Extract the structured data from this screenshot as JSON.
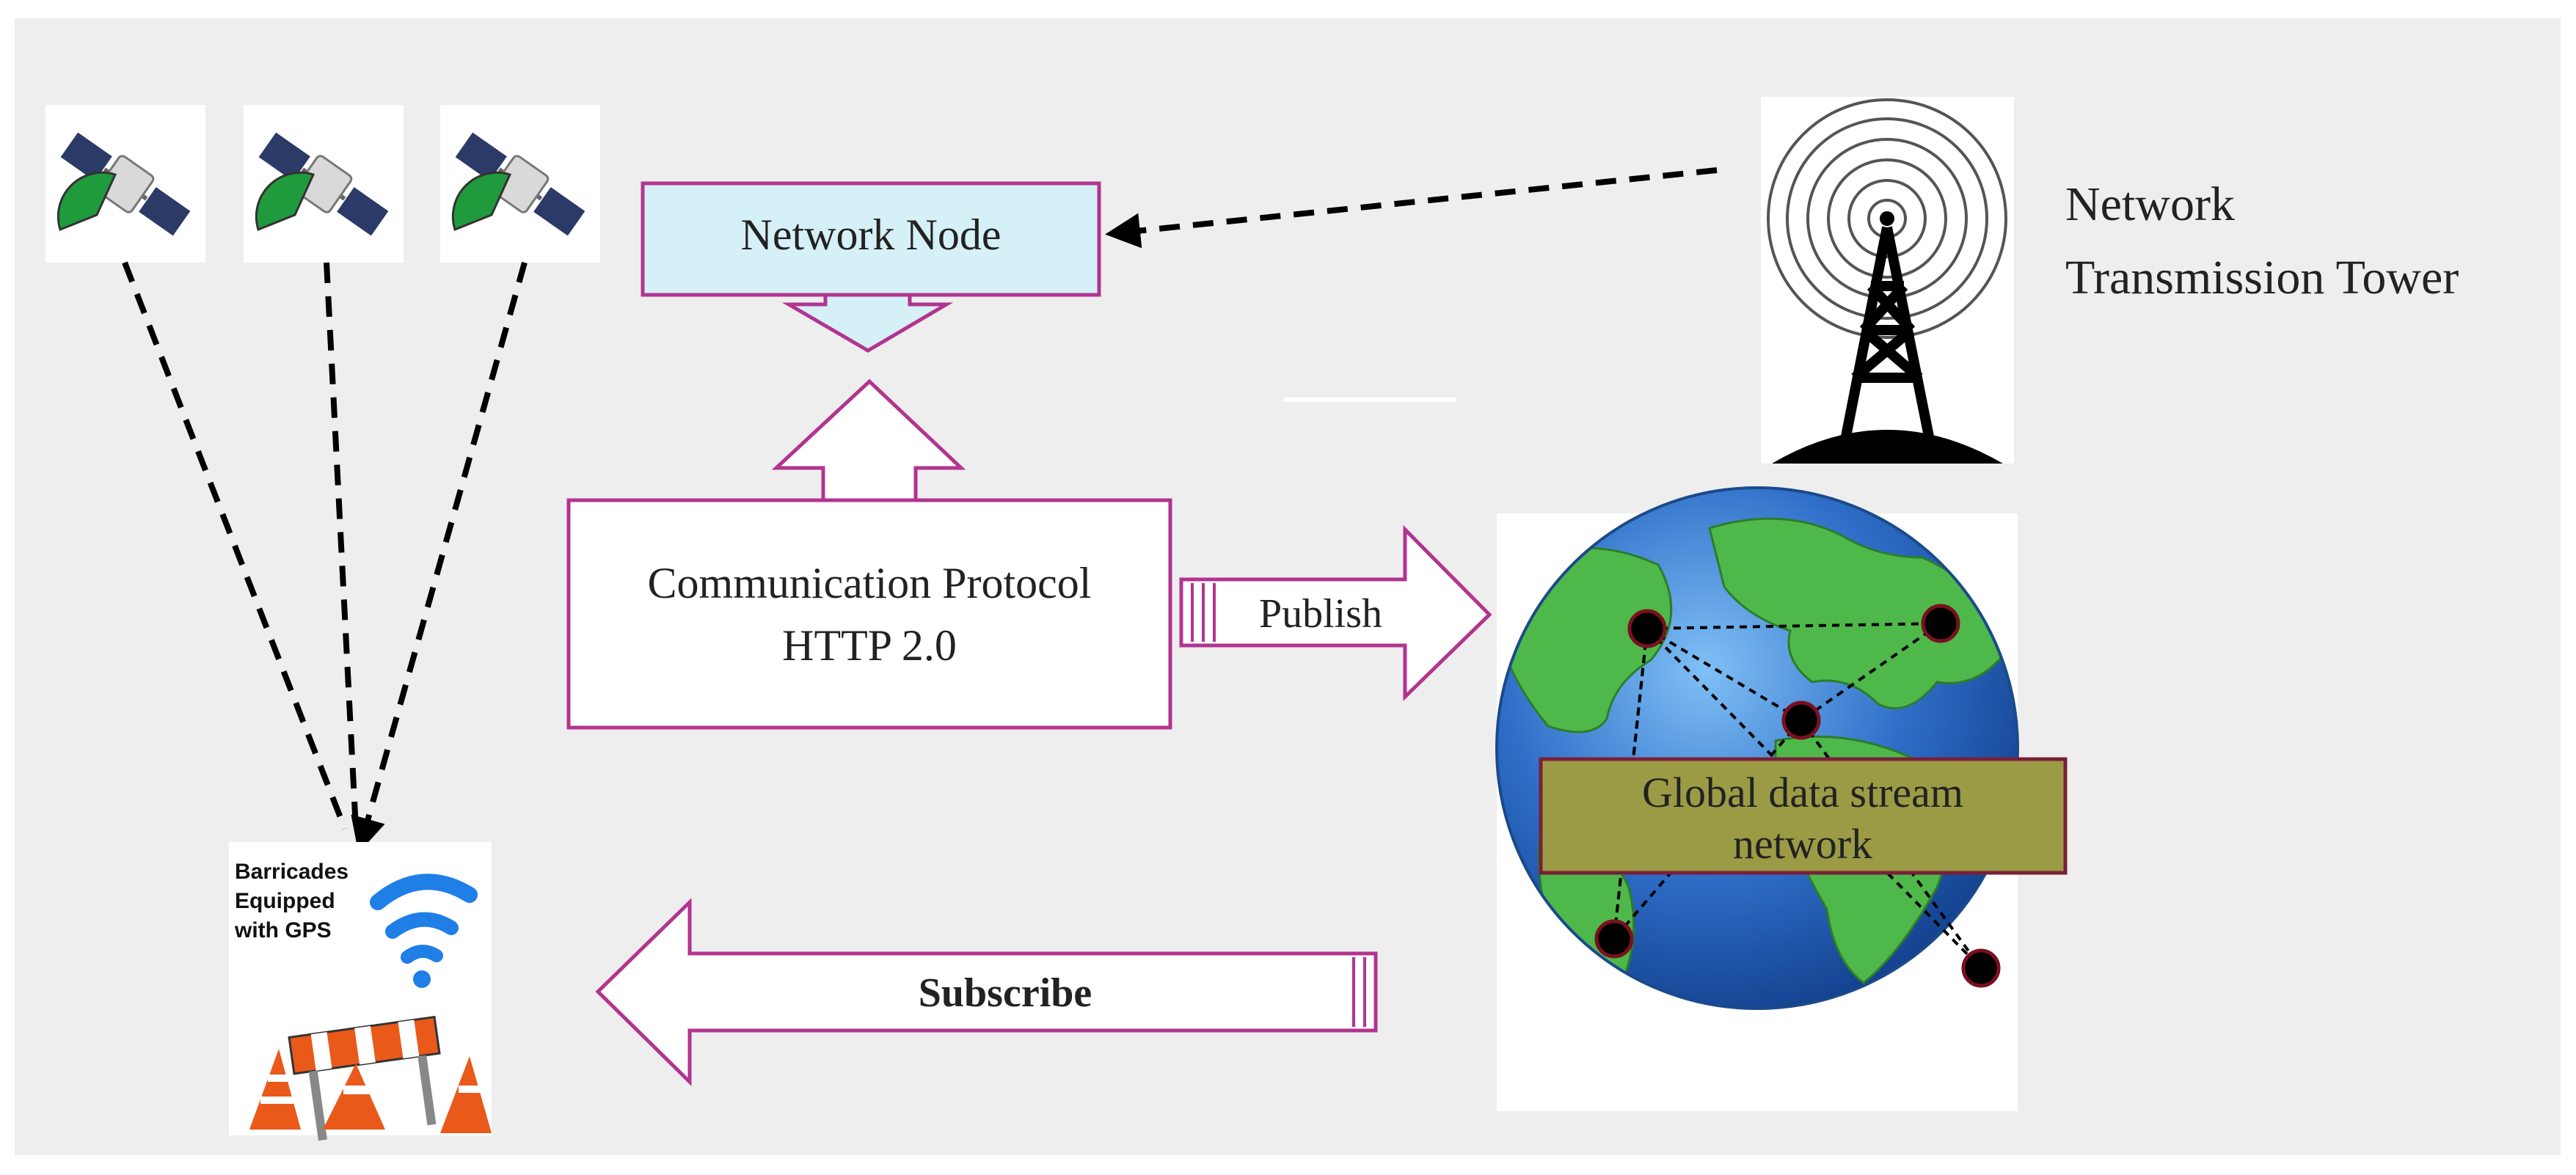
{
  "nodes": {
    "network_node": "Network Node",
    "protocol_line1": "Communication Protocol",
    "protocol_line2": "HTTP 2.0",
    "tower_line1": "Network",
    "tower_line2": "Transmission Tower",
    "global_line1": "Global data stream",
    "global_line2": "network",
    "barricade_line1": "Barricades",
    "barricade_line2": "Equipped",
    "barricade_line3": "with GPS"
  },
  "edges": {
    "publish": "Publish",
    "subscribe": "Subscribe"
  },
  "colors": {
    "background": "#eeeeee",
    "arrow_outline": "#b2348f",
    "node_fill": "#d6f0f7",
    "global_label_fill": "#9b9b45",
    "globe_ocean": "#2f6fc9",
    "globe_land": "#4fb84a",
    "wifi": "#1f7fe6",
    "cone_orange": "#e8591a"
  },
  "icons": [
    "satellite-icon",
    "satellite-icon",
    "satellite-icon",
    "tower-icon",
    "globe-icon",
    "wifi-icon",
    "barricade-icon"
  ]
}
